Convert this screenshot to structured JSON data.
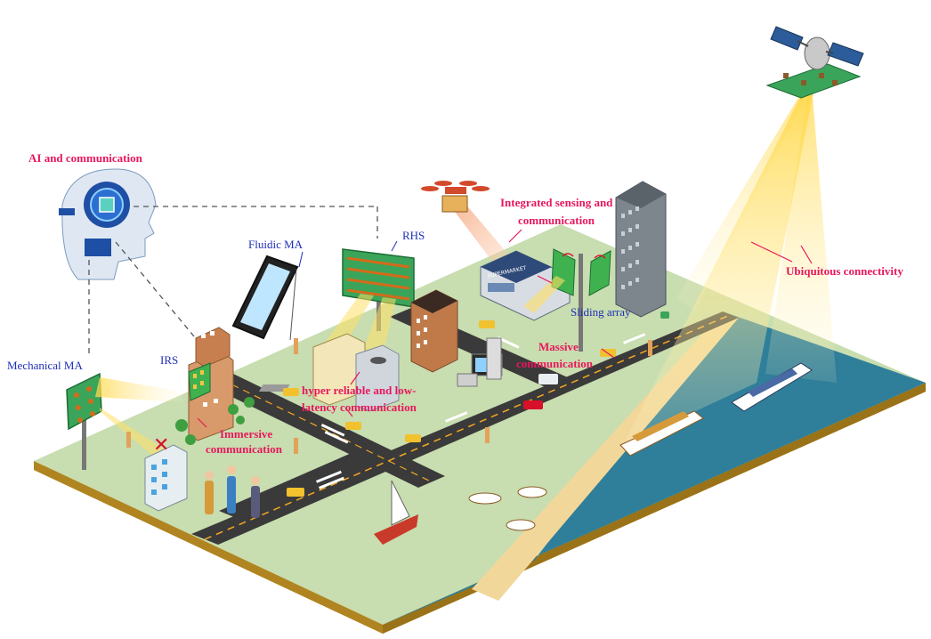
{
  "labels": {
    "ai_comm": "AI and communication",
    "fluidic_ma": "Fluidic MA",
    "rhs": "RHS",
    "isac_line1": "Integrated sensing and",
    "isac_line2": "communication",
    "ubiquitous": "Ubiquitous connectivity",
    "sliding_array": "Sliding array",
    "massive_line1": "Massive",
    "massive_line2": "communication",
    "mechanical_ma": "Mechanical MA",
    "irs": "IRS",
    "hrllc_line1": "hyper reliable and low-",
    "hrllc_line2": "latency communication",
    "immersive_line1": "Immersive",
    "immersive_line2": "communication",
    "supermarket": "SUPERMARKET"
  },
  "colors": {
    "accent_label": "#e8175d",
    "device_label": "#1f2fb8",
    "ground": "#c8ddb0",
    "road": "#3a3a3a",
    "sea": "#2f7f9a",
    "sand": "#f2d79b",
    "beam": "#ffe066",
    "panel": "#3aa55a"
  }
}
